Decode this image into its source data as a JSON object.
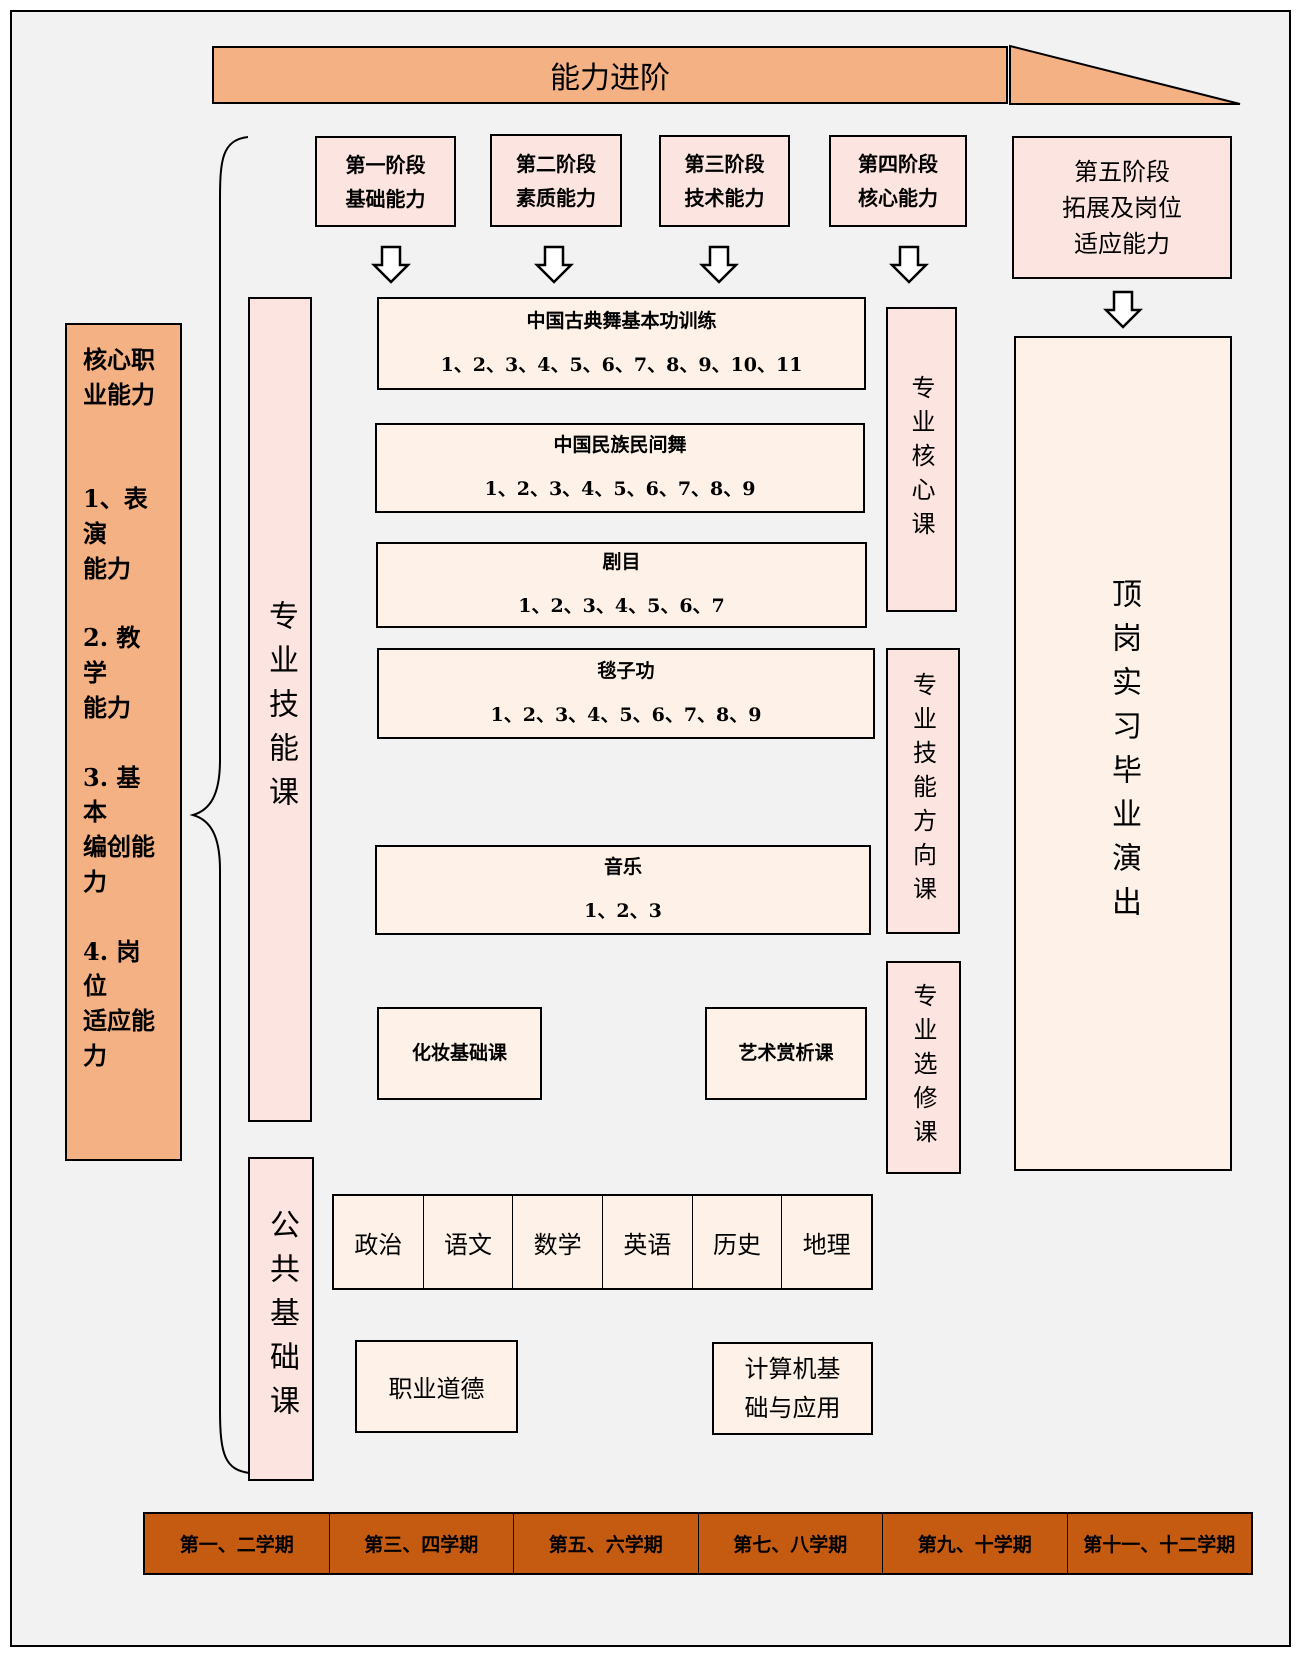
{
  "header": {
    "title": "能力进阶"
  },
  "stages": [
    {
      "line1": "第一阶段",
      "line2": "基础能力"
    },
    {
      "line1": "第二阶段",
      "line2": "素质能力"
    },
    {
      "line1": "第三阶段",
      "line2": "技术能力"
    },
    {
      "line1": "第四阶段",
      "line2": "核心能力"
    },
    {
      "line1": "第五阶段",
      "line2": "拓展及岗位",
      "line3": "适应能力"
    }
  ],
  "core_ability": {
    "text": "核心职\n业能力\n\n\n1、表演\n   能力\n\n2. 教 学\n   能力\n\n3. 基 本\n编创能\n力\n\n4. 岗 位\n适应能\n力"
  },
  "categories": {
    "skill": "专业技能课",
    "public": "公共基础课",
    "core": "专业核心课",
    "direction": "专业技能方向课",
    "elective": "专业选修课"
  },
  "courses": [
    {
      "name": "中国古典舞基本功训练",
      "terms": "1、2、3、4、5、6、7、8、9、10、11"
    },
    {
      "name": "中国民族民间舞",
      "terms": "1、2、3、4、5、6、7、8、9"
    },
    {
      "name": "剧目",
      "terms": "1、2、3、4、5、6、7"
    },
    {
      "name": "毯子功",
      "terms": "1、2、3、4、5、6、7、8、9"
    },
    {
      "name": "音乐",
      "terms": "1、2、3"
    }
  ],
  "electives": {
    "makeup": "化妆基础课",
    "art": "艺术赏析课"
  },
  "internship": "顶岗实习毕业演出",
  "public_subjects": [
    "政治",
    "语文",
    "数学",
    "英语",
    "历史",
    "地理"
  ],
  "public_others": {
    "ethics": "职业道德",
    "computer_line1": "计算机基",
    "computer_line2": "础与应用"
  },
  "terms": [
    "第一、二学期",
    "第三、四学期",
    "第五、六学期",
    "第七、八学期",
    "第九、十学期",
    "第十一、十二学期"
  ]
}
